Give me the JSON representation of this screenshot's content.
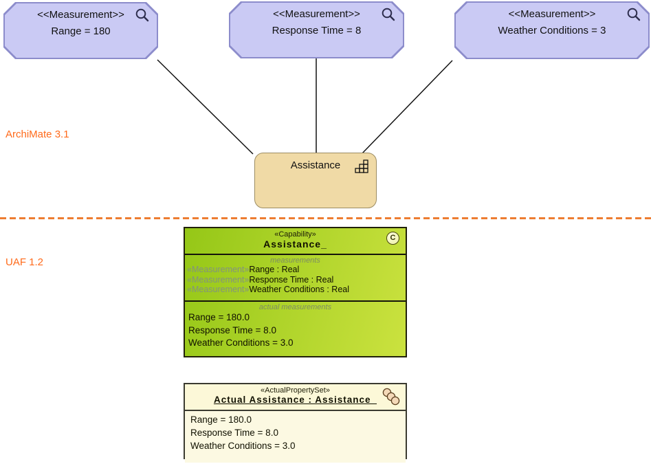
{
  "section_labels": {
    "archimate": "ArchiMate 3.1",
    "uaf": "UAF 1.2"
  },
  "archimate": {
    "nodes": [
      {
        "stereotype": "<<Measurement>>",
        "value": "Range = 180",
        "icon": "magnifier-icon"
      },
      {
        "stereotype": "<<Measurement>>",
        "value": "Response Time = 8",
        "icon": "magnifier-icon"
      },
      {
        "stereotype": "<<Measurement>>",
        "value": "Weather Conditions = 3",
        "icon": "magnifier-icon"
      }
    ],
    "capability": {
      "name": "Assistance",
      "icon": "capability-stairs-icon"
    }
  },
  "uaf": {
    "capability_class": {
      "stereotype": "«Capability»",
      "name": "Assistance_",
      "badge_letter": "C",
      "measurements": {
        "label": "measurements",
        "rows": [
          {
            "prefix": "«Measurement»",
            "text": "Range : Real"
          },
          {
            "prefix": "«Measurement»",
            "text": "Response Time : Real"
          },
          {
            "prefix": "«Measurement»",
            "text": "Weather Conditions : Real"
          }
        ]
      },
      "actual_measurements": {
        "label": "actual measurements",
        "rows": [
          "Range = 180.0",
          "Response Time = 8.0",
          "Weather Conditions = 3.0"
        ]
      }
    },
    "actual_property_set": {
      "stereotype": "«ActualPropertySet»",
      "name": "Actual Assistance : Assistance_",
      "icon": "instance-beads-icon",
      "rows": [
        "Range = 180.0",
        "Response Time = 8.0",
        "Weather Conditions = 3.0"
      ]
    }
  },
  "colors": {
    "section_label": "#FF6A1A",
    "divider_dash": "#ED7D31",
    "measurement_fill": "#CACAF4",
    "measurement_border": "#8C8CCB",
    "capability_fill": "#F0DAA6",
    "capability_border": "#9C8C62",
    "uaf_green_gradient_start": "#95C717",
    "uaf_green_gradient_end": "#CBE23F",
    "actual_property_fill": "#FCF8D8"
  }
}
